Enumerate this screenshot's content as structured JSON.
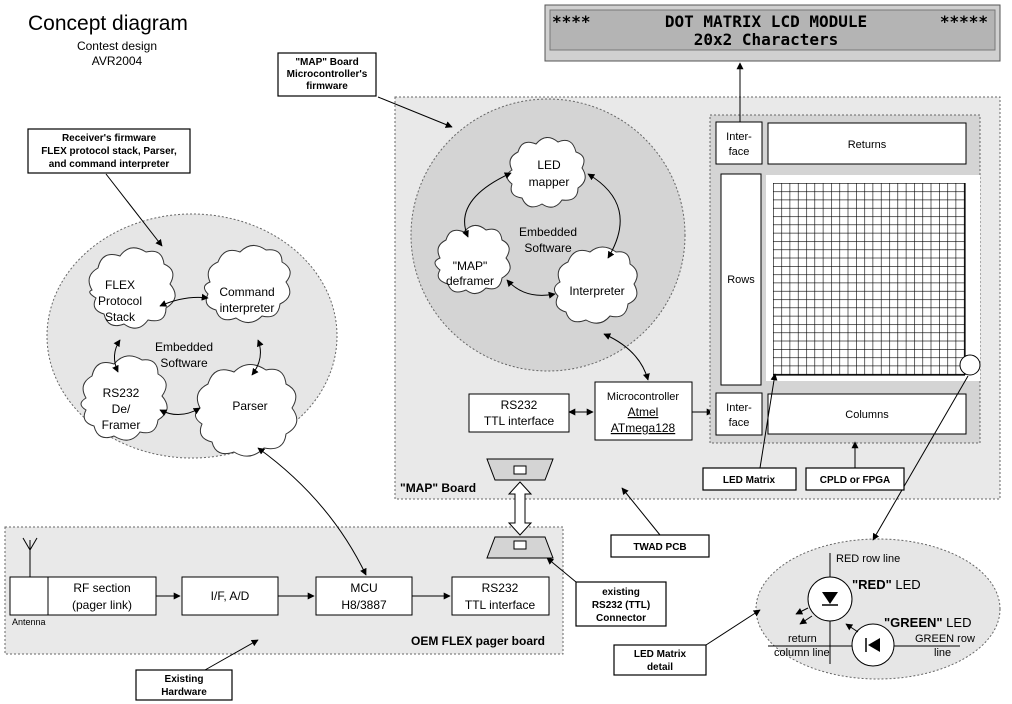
{
  "header": {
    "title": "Concept diagram",
    "sub1": "Contest design",
    "sub2": "AVR2004"
  },
  "lcd": {
    "left": "****",
    "title": "DOT MATRIX LCD MODULE",
    "right": "*****",
    "line2": "20x2 Characters"
  },
  "callouts": {
    "map_fw": [
      "\"MAP\" Board",
      "Microcontroller's",
      "firmware"
    ],
    "rx_fw": [
      "Receiver's firmware",
      "FLEX protocol stack, Parser,",
      "and command interpreter"
    ],
    "led_matrix": "LED Matrix",
    "cpld": "CPLD or FPGA",
    "twad": "TWAD PCB",
    "rs232_conn": [
      "existing",
      "RS232 (TTL)",
      "Connector"
    ],
    "led_detail": [
      "LED Matrix",
      "detail"
    ],
    "existing_hw": [
      "Existing",
      "Hardware"
    ]
  },
  "map_board": {
    "label": "\"MAP\" Board",
    "clouds": {
      "led_mapper": [
        "LED",
        "mapper"
      ],
      "deframer": [
        "\"MAP\"",
        "deframer"
      ],
      "interpreter": "Interpreter"
    },
    "embedded": [
      "Embedded",
      "Software"
    ],
    "rs232": [
      "RS232",
      "TTL interface"
    ],
    "mcu": [
      "Microcontroller",
      "Atmel",
      "ATmega128"
    ],
    "iface_top": [
      "Inter-",
      "face"
    ],
    "iface_bot": [
      "Inter-",
      "face"
    ],
    "returns": "Returns",
    "rows": "Rows",
    "columns": "Columns"
  },
  "receiver": {
    "clouds": {
      "flex": [
        "FLEX",
        "Protocol",
        "Stack"
      ],
      "command": [
        "Command",
        "interpreter"
      ],
      "rs232": [
        "RS232",
        "De/",
        "Framer"
      ],
      "parser": "Parser"
    },
    "embedded": [
      "Embedded",
      "Software"
    ]
  },
  "oem_board": {
    "label": "OEM FLEX pager board",
    "antenna": "Antenna",
    "rf": [
      "RF section",
      "(pager link)"
    ],
    "ifad": "I/F, A/D",
    "mcu": [
      "MCU",
      "H8/3887"
    ],
    "rs232": [
      "RS232",
      "TTL interface"
    ]
  },
  "led_detail": {
    "red_row": "RED row line",
    "red_led_q": "\"RED\"",
    "red_led_w": " LED",
    "green_led_q": "\"GREEN\"",
    "green_led_w": " LED",
    "return": "return",
    "column_line": "column line",
    "green_row": "GREEN row",
    "line": "line"
  }
}
